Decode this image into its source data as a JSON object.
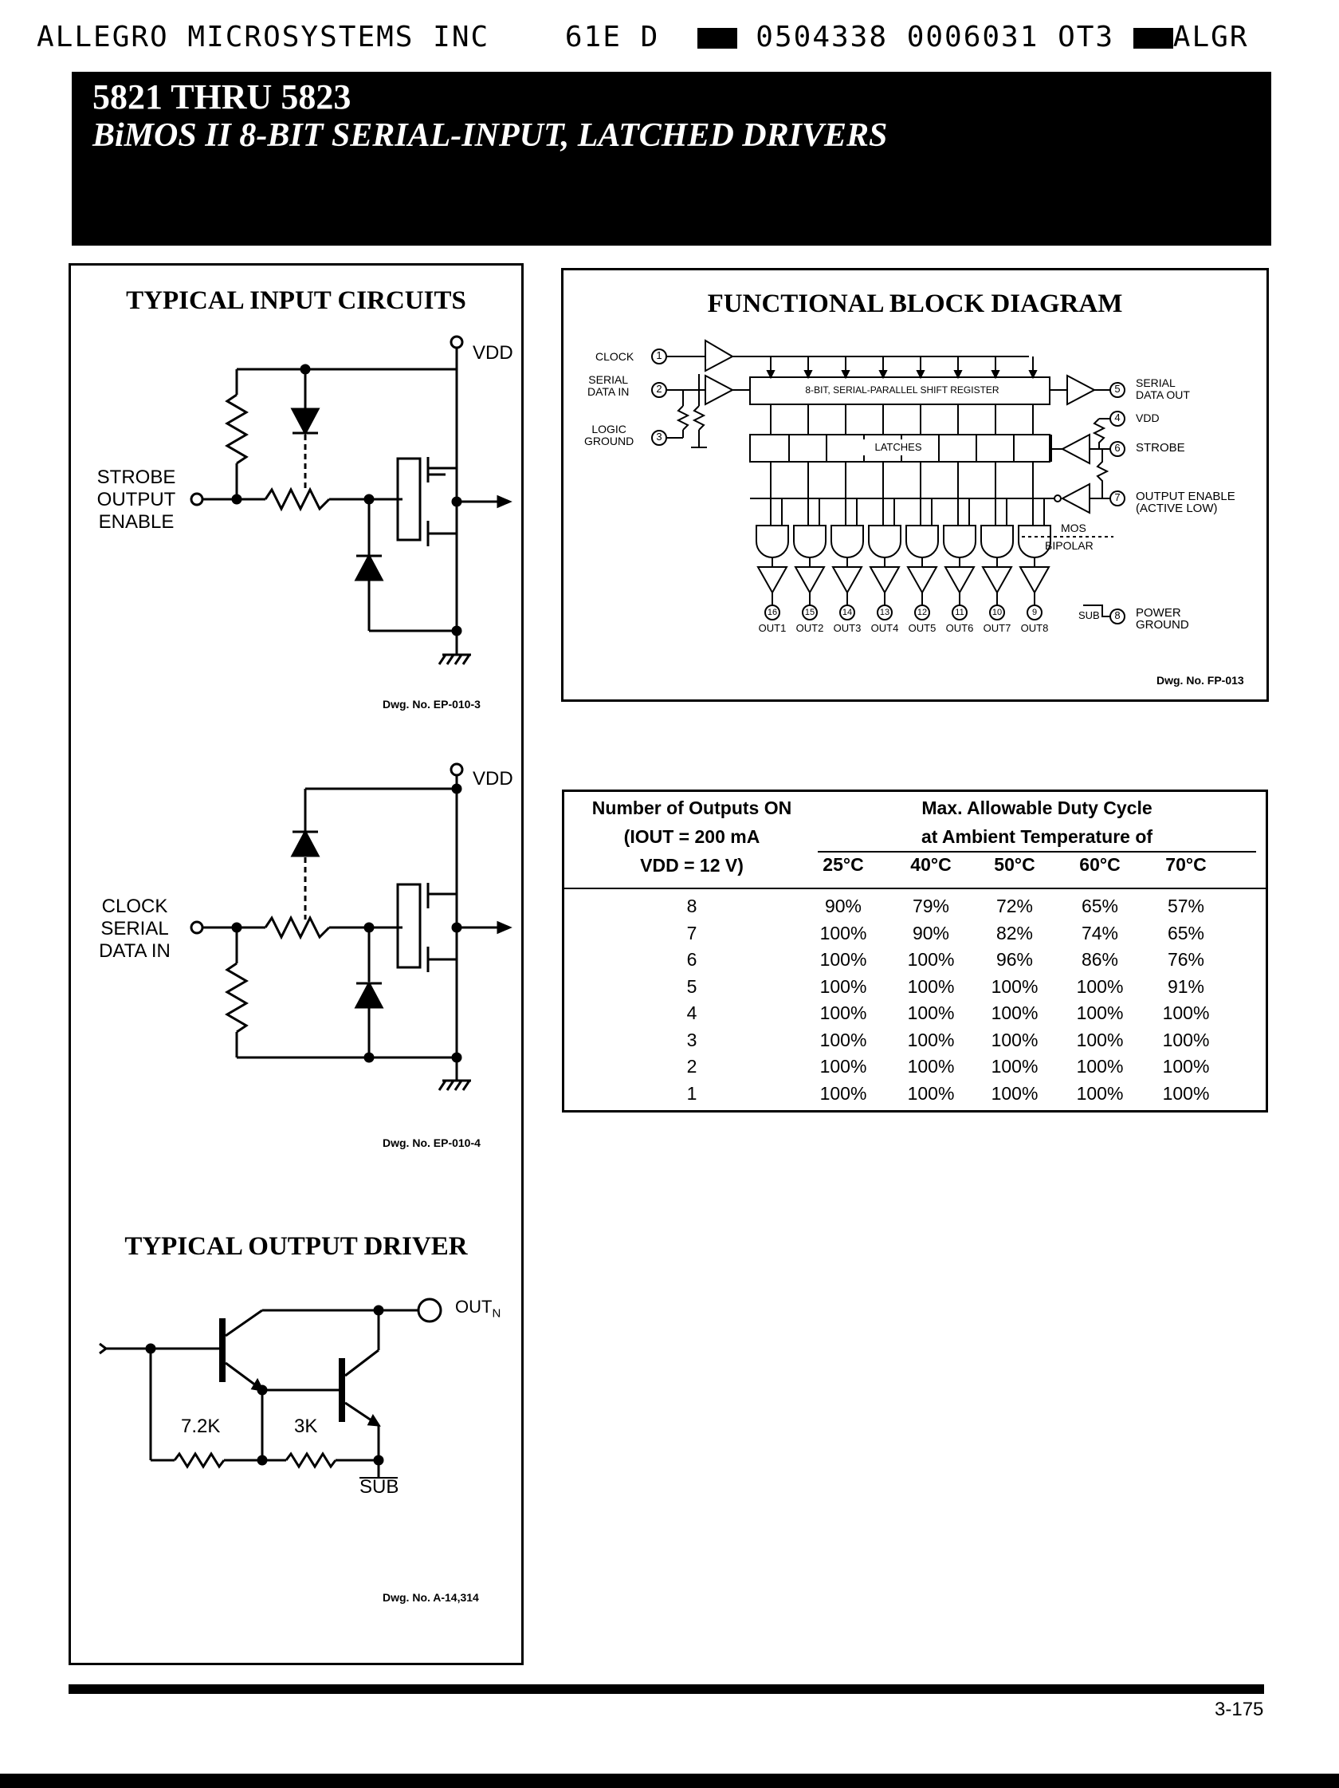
{
  "header": {
    "left": "ALLEGRO MICROSYSTEMS INC",
    "mid": "61E D",
    "codes": "0504338 0006031 OT3",
    "right": "ALGR"
  },
  "banner": {
    "line1": "5821 THRU 5823",
    "line2": "BiMOS II 8-BIT SERIAL-INPUT, LATCHED DRIVERS"
  },
  "input_circuits": {
    "title": "TYPICAL INPUT CIRCUITS",
    "vdd": "VDD",
    "label1": [
      "STROBE",
      "OUTPUT",
      "ENABLE"
    ],
    "dwg1": "Dwg. No. EP-010-3",
    "label2": [
      "CLOCK",
      "SERIAL",
      "DATA IN"
    ],
    "dwg2": "Dwg. No. EP-010-4"
  },
  "output_driver": {
    "title": "TYPICAL OUTPUT DRIVER",
    "out": "OUT",
    "out_sub": "N",
    "r1": "7.2K",
    "r2": "3K",
    "sub": "SUB",
    "dwg": "Dwg. No. A-14,314"
  },
  "block_diagram": {
    "title": "FUNCTIONAL BLOCK DIAGRAM",
    "clock": "CLOCK",
    "serial_in": [
      "SERIAL",
      "DATA IN"
    ],
    "logic_ground": [
      "LOGIC",
      "GROUND"
    ],
    "shift_register": "8-BIT, SERIAL-PARALLEL SHIFT REGISTER",
    "latches": "LATCHES",
    "serial_out": [
      "SERIAL",
      "DATA OUT"
    ],
    "vdd": "VDD",
    "strobe": "STROBE",
    "output_enable": [
      "OUTPUT ENABLE",
      "(ACTIVE LOW)"
    ],
    "mos": "MOS",
    "bipolar": "BIPOLAR",
    "sub": "SUB",
    "power_ground": [
      "POWER",
      "GROUND"
    ],
    "pins_left": [
      "1",
      "2",
      "3"
    ],
    "pins_right": [
      "5",
      "4",
      "6",
      "7",
      "8"
    ],
    "output_pins": [
      "16",
      "15",
      "14",
      "13",
      "12",
      "11",
      "10",
      "9"
    ],
    "outputs": [
      "OUT1",
      "OUT2",
      "OUT3",
      "OUT4",
      "OUT5",
      "OUT6",
      "OUT7",
      "OUT8"
    ],
    "dwg": "Dwg. No. FP-013"
  },
  "duty_table": {
    "left_header": [
      "Number of Outputs ON",
      "(IOUT = 200 mA",
      "VDD = 12 V)"
    ],
    "group_header": [
      "Max. Allowable Duty Cycle",
      "at Ambient Temperature of"
    ],
    "temps": [
      "25°C",
      "40°C",
      "50°C",
      "60°C",
      "70°C"
    ],
    "rows": [
      {
        "n": "8",
        "v": [
          "90%",
          "79%",
          "72%",
          "65%",
          "57%"
        ]
      },
      {
        "n": "7",
        "v": [
          "100%",
          "90%",
          "82%",
          "74%",
          "65%"
        ]
      },
      {
        "n": "6",
        "v": [
          "100%",
          "100%",
          "96%",
          "86%",
          "76%"
        ]
      },
      {
        "n": "5",
        "v": [
          "100%",
          "100%",
          "100%",
          "100%",
          "91%"
        ]
      },
      {
        "n": "4",
        "v": [
          "100%",
          "100%",
          "100%",
          "100%",
          "100%"
        ]
      },
      {
        "n": "3",
        "v": [
          "100%",
          "100%",
          "100%",
          "100%",
          "100%"
        ]
      },
      {
        "n": "2",
        "v": [
          "100%",
          "100%",
          "100%",
          "100%",
          "100%"
        ]
      },
      {
        "n": "1",
        "v": [
          "100%",
          "100%",
          "100%",
          "100%",
          "100%"
        ]
      }
    ]
  },
  "page_number": "3-175"
}
